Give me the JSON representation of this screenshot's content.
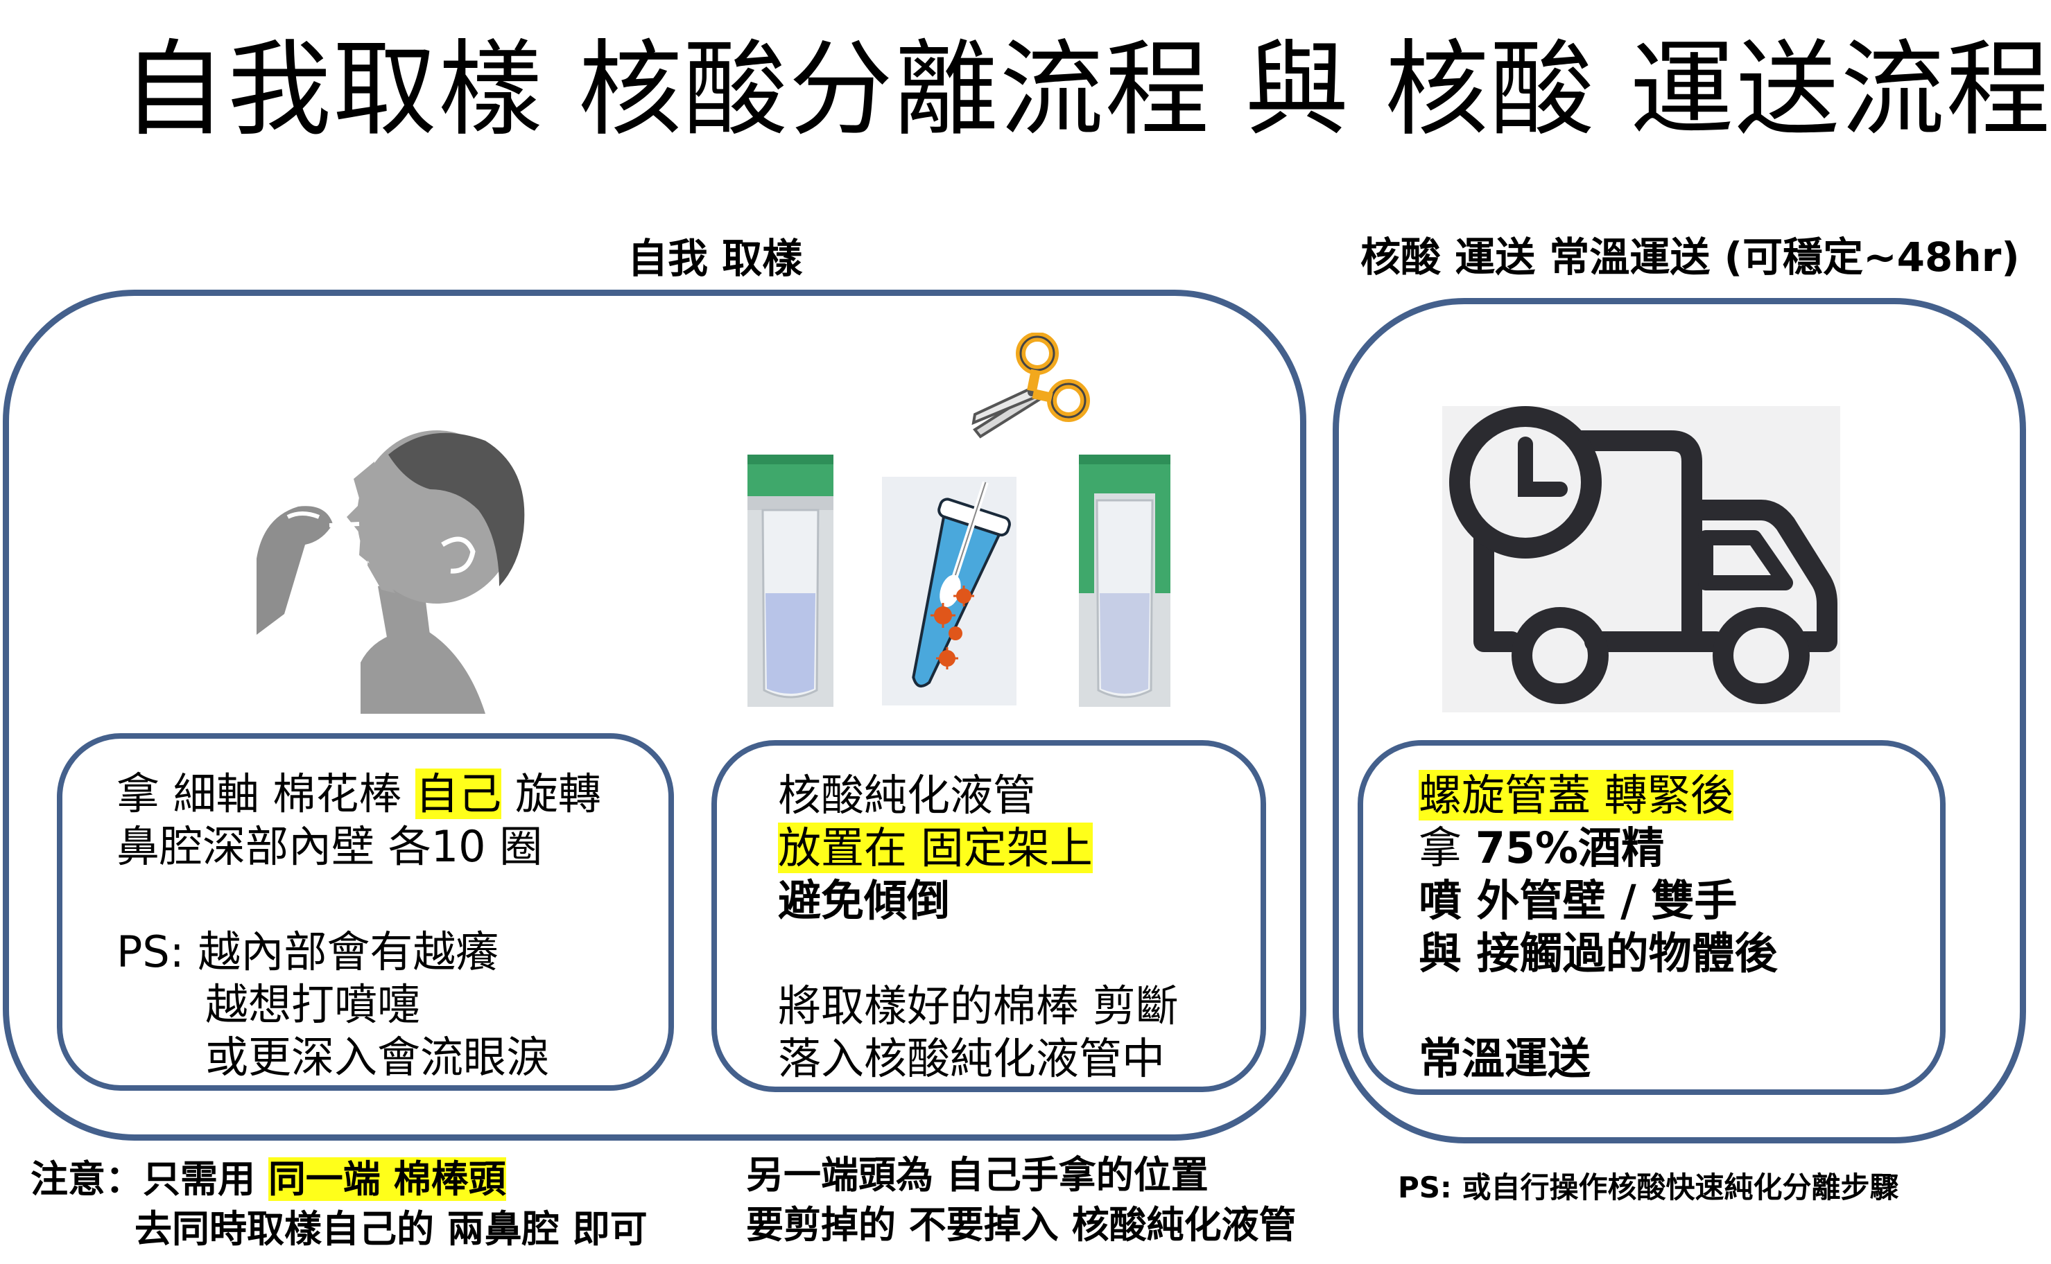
{
  "title": "自我取樣 核酸分離流程 與 核酸 運送流程",
  "left_heading": "自我 取樣",
  "right_heading": "核酸 運送 常溫運送 (可穩定~48hr)",
  "swab_box": {
    "l1_a": "拿 細軸 棉花棒 ",
    "l1_hl": "自己",
    "l1_b": " 旋轉",
    "l2": "鼻腔深部內壁 各10 圈",
    "l4": "PS: 越內部會有越癢",
    "l5": "越想打噴嚏",
    "l6": "或更深入會流眼淚"
  },
  "tube_box": {
    "l1": "核酸純化液管",
    "l2_hl": "放置在 固定架上",
    "l3": "避免傾倒",
    "l5": "將取樣好的棉棒 剪斷",
    "l6": "落入核酸純化液管中"
  },
  "transport_box": {
    "l1_hl": "螺旋管蓋 轉緊後",
    "l2_a": "拿 ",
    "l2_b": "75%酒精",
    "l3": "噴 外管壁 / 雙手",
    "l4": "與 接觸過的物體後",
    "l6": "常溫運送"
  },
  "note_left": {
    "l1_a": "注意：只需用 ",
    "l1_hl": "同一端 棉棒頭",
    "l2": "去同時取樣自己的 兩鼻腔 即可"
  },
  "note_mid": {
    "l1": "另一端頭為 自己手拿的位置",
    "l2": "要剪掉的 不要掉入 核酸純化液管"
  },
  "note_right": "PS: 或自行操作核酸快速純化分離步驟",
  "colors": {
    "box_border": "#44608c",
    "highlight": "#ffff1a",
    "icon_dark": "#2b2b30",
    "scissor_handle": "#f2a81d",
    "liquid": "#4aa8dc",
    "virus": "#e0561a",
    "cap": "#3fa86b"
  },
  "icons": [
    "person-swab-icon",
    "scissors-icon",
    "tube-icon",
    "virus-tube-icon",
    "delivery-truck-icon",
    "clock-icon"
  ]
}
